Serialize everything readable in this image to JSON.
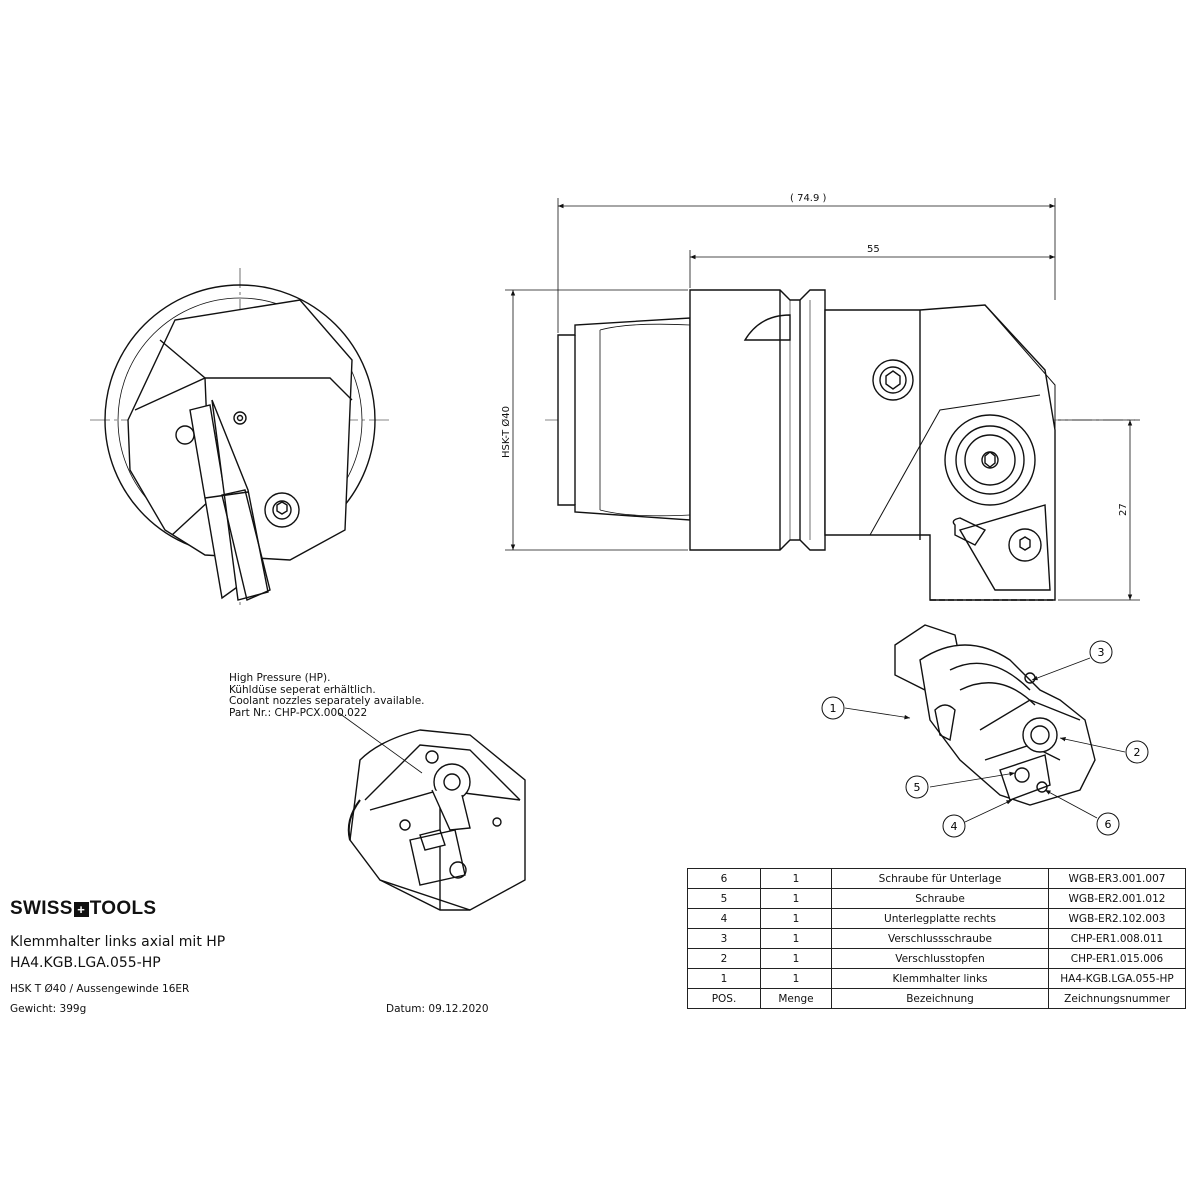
{
  "dimensions": {
    "overall_length": "( 74.9 )",
    "body_length": "55",
    "shank_label": "HSK-T  Ø40",
    "height": "27"
  },
  "note": {
    "lines": [
      "High Pressure (HP).",
      "Kühldüse seperat erhältlich.",
      "Coolant nozzles separately available.",
      "Part Nr.: CHP-PCX.000.022"
    ]
  },
  "balloons": [
    "1",
    "2",
    "3",
    "4",
    "5",
    "6"
  ],
  "brand": {
    "left": "SWISS",
    "cross": "+",
    "right": "TOOLS"
  },
  "title": {
    "line1": "Klemmhalter links axial mit HP",
    "line2": "HA4.KGB.LGA.055-HP",
    "spec": "HSK T Ø40 / Aussengewinde 16ER",
    "weight": "Gewicht: 399g",
    "date": "Datum: 09.12.2020"
  },
  "parts_table": {
    "rows": [
      [
        "6",
        "1",
        "Schraube für Unterlage",
        "WGB-ER3.001.007"
      ],
      [
        "5",
        "1",
        "Schraube",
        "WGB-ER2.001.012"
      ],
      [
        "4",
        "1",
        "Unterlegplatte rechts",
        "WGB-ER2.102.003"
      ],
      [
        "3",
        "1",
        "Verschlussschraube",
        "CHP-ER1.008.011"
      ],
      [
        "2",
        "1",
        "Verschlusstopfen",
        "CHP-ER1.015.006"
      ],
      [
        "1",
        "1",
        "Klemmhalter links",
        "HA4-KGB.LGA.055-HP"
      ]
    ],
    "header": [
      "POS.",
      "Menge",
      "Bezeichnung",
      "Zeichnungsnummer"
    ]
  }
}
